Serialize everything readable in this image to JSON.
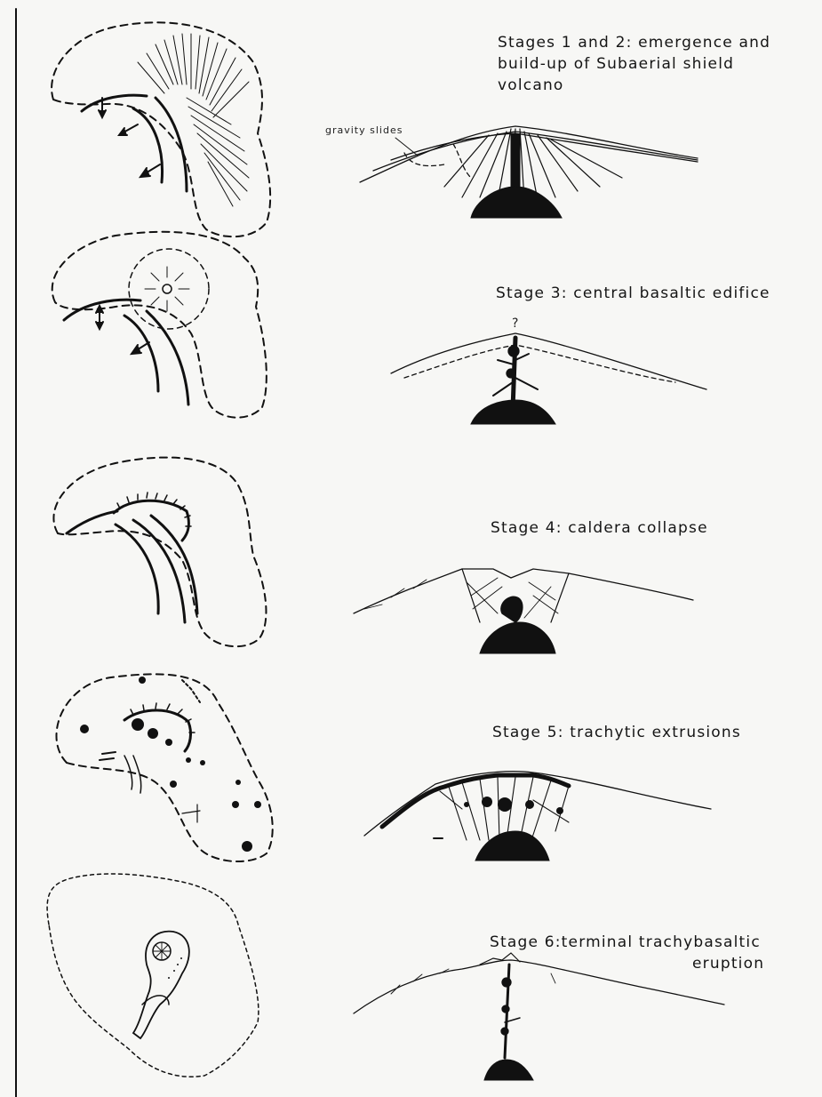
{
  "stages": [
    {
      "id": "s12",
      "caption_lines": [
        "Stages 1 and 2: emergence and",
        "build-up of Subaerial shield",
        "volcano"
      ]
    },
    {
      "id": "s3",
      "caption_lines": [
        "Stage 3: central basaltic edifice"
      ]
    },
    {
      "id": "s4",
      "caption_lines": [
        "Stage 4: caldera collapse"
      ]
    },
    {
      "id": "s5",
      "caption_lines": [
        "Stage 5: trachytic extrusions"
      ]
    },
    {
      "id": "s6",
      "caption_lines": [
        "Stage 6:terminal trachybasaltic",
        "eruption"
      ]
    }
  ],
  "annotations": {
    "gravity_slides": "gravity slides",
    "uncertain_mark": "?"
  },
  "colors": {
    "ink": "#111111",
    "paper": "#f7f7f5"
  }
}
